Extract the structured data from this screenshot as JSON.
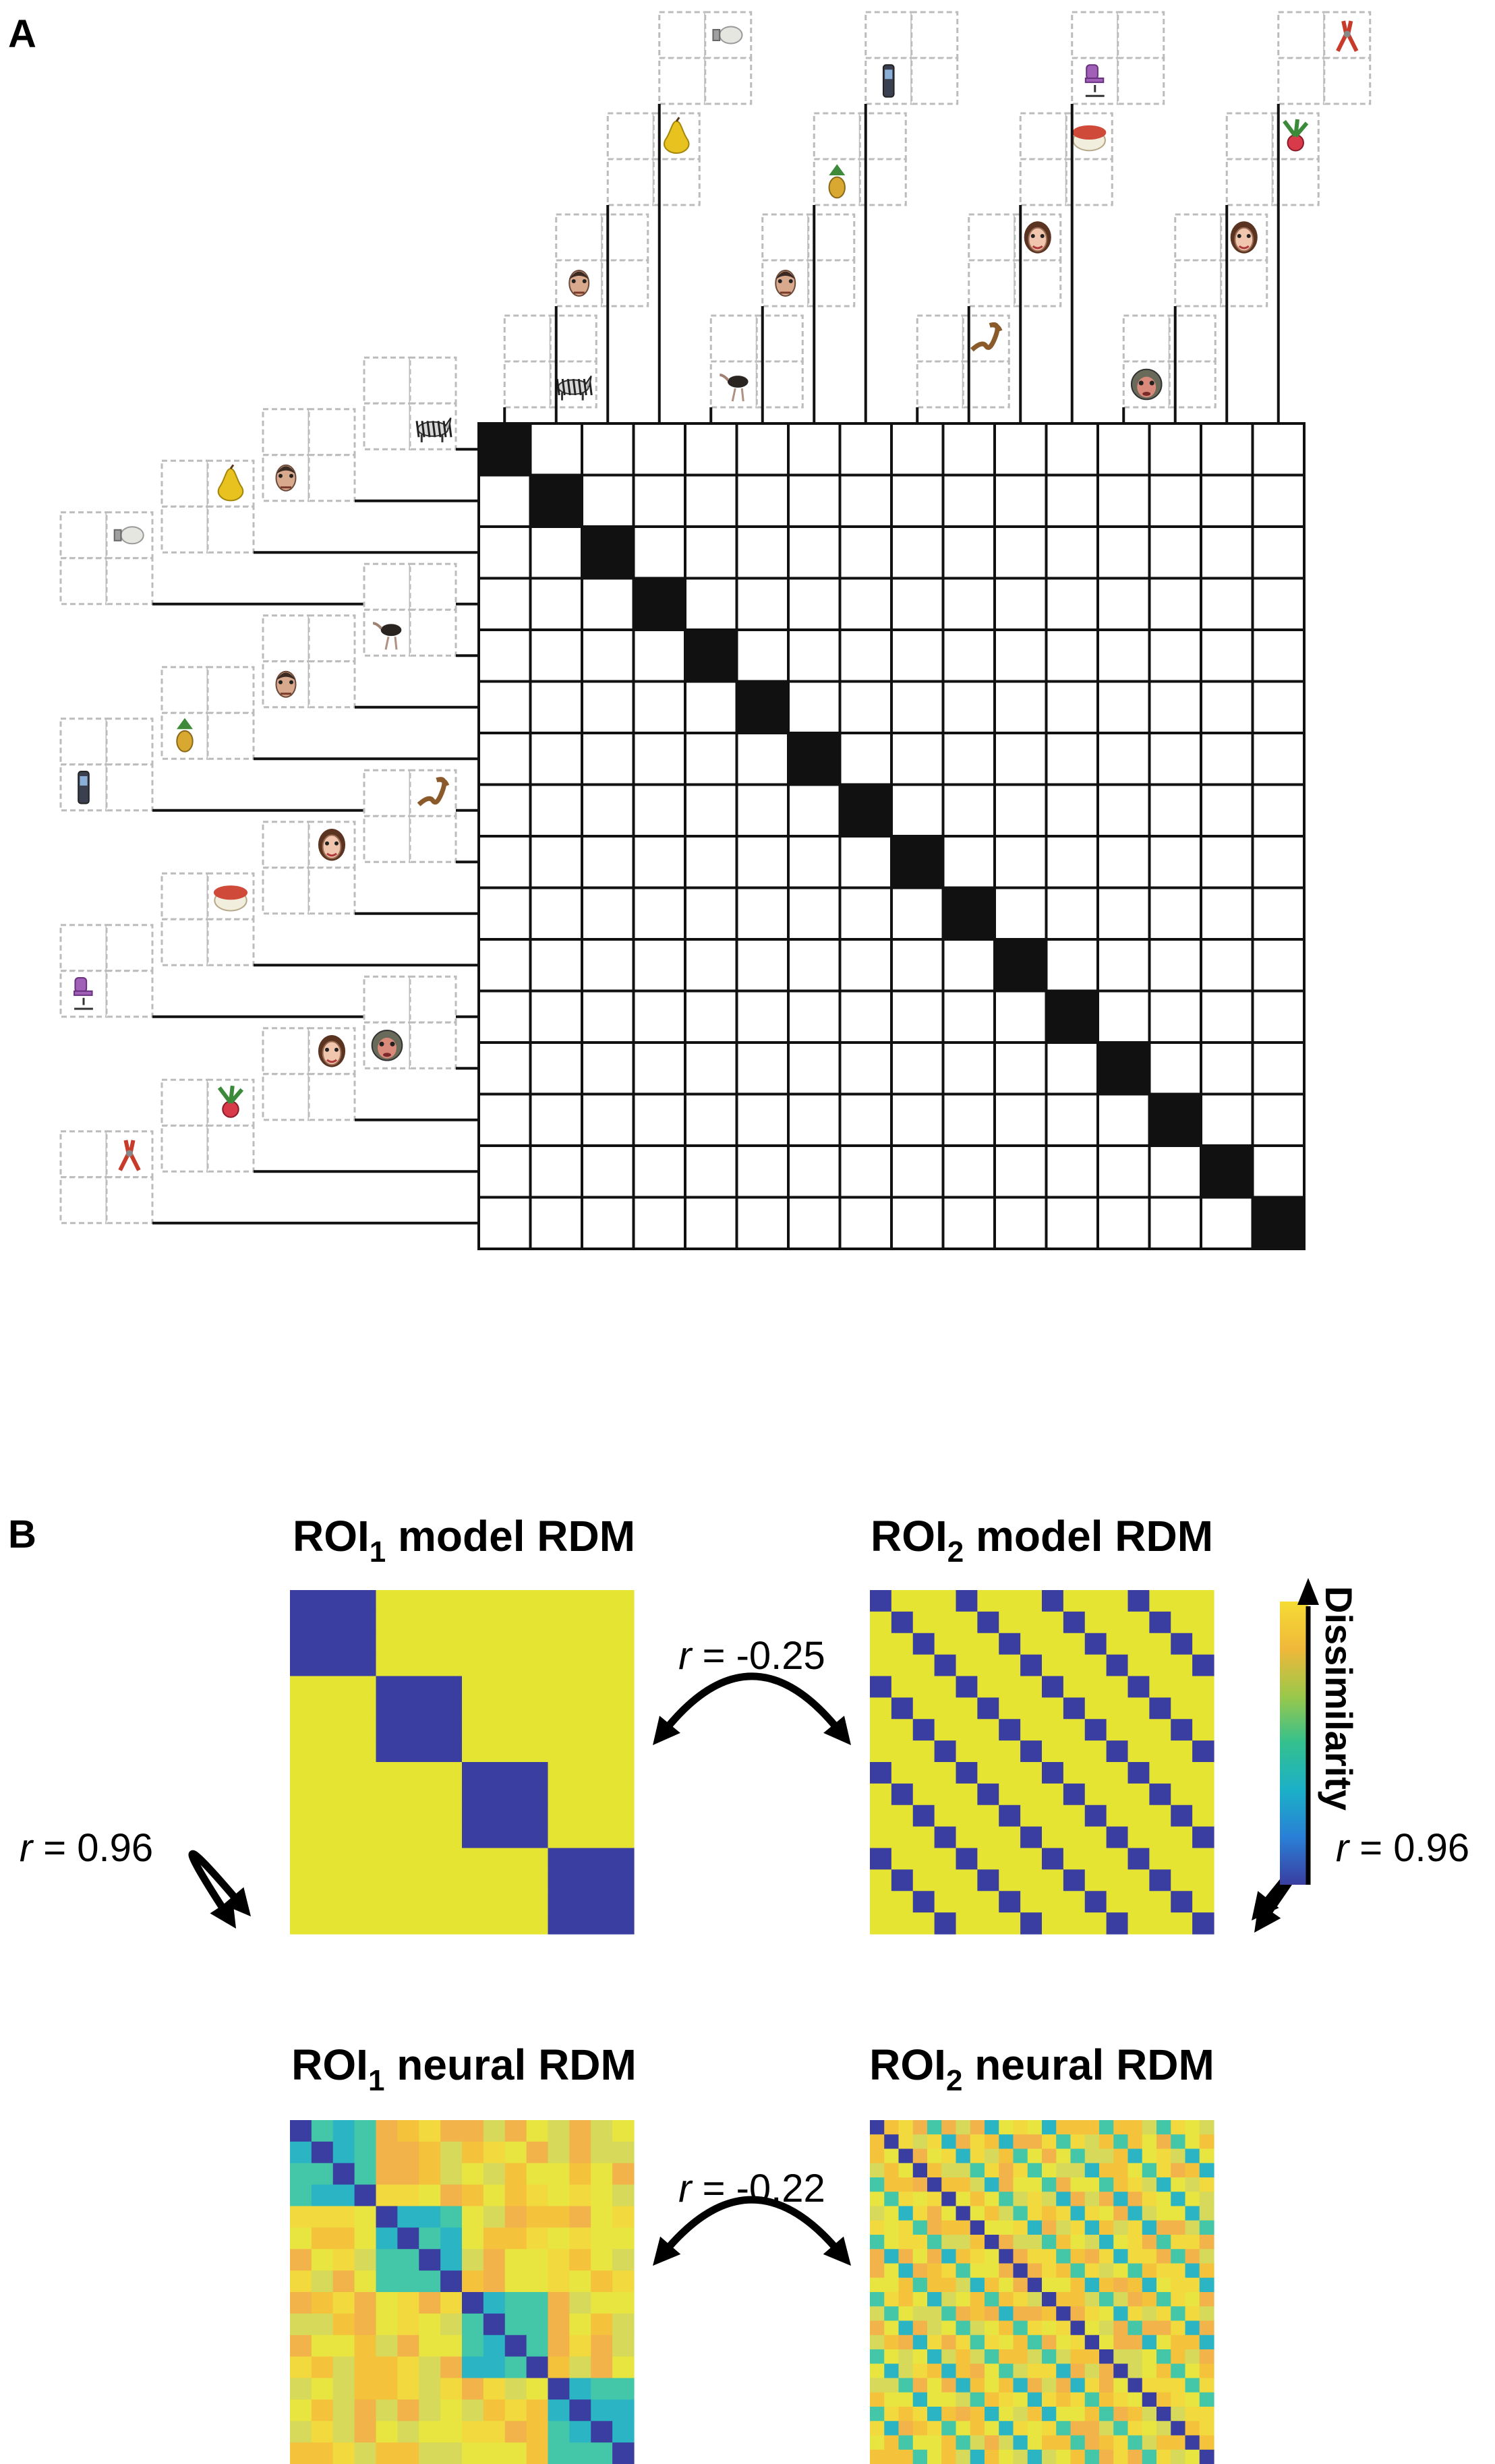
{
  "panel_a": {
    "label": "A",
    "matrix_size": 16,
    "stimuli": [
      {
        "name": "zebra",
        "icon": "zebra-icon",
        "slot": [
          1,
          1
        ]
      },
      {
        "name": "male-face-1",
        "icon": "male-face-icon",
        "slot": [
          1,
          0
        ]
      },
      {
        "name": "pear",
        "icon": "pear-icon",
        "slot": [
          0,
          1
        ]
      },
      {
        "name": "light-bulb",
        "icon": "light-bulb-icon",
        "slot": [
          0,
          1
        ]
      },
      {
        "name": "ostrich",
        "icon": "ostrich-icon",
        "slot": [
          1,
          0
        ]
      },
      {
        "name": "male-face-2",
        "icon": "male-face-icon",
        "slot": [
          1,
          0
        ]
      },
      {
        "name": "pineapple",
        "icon": "pineapple-icon",
        "slot": [
          1,
          0
        ]
      },
      {
        "name": "mobile-phone",
        "icon": "mobile-phone-icon",
        "slot": [
          1,
          0
        ]
      },
      {
        "name": "snake",
        "icon": "snake-icon",
        "slot": [
          0,
          1
        ]
      },
      {
        "name": "female-face-1",
        "icon": "female-face-icon",
        "slot": [
          0,
          1
        ]
      },
      {
        "name": "cake",
        "icon": "cake-icon",
        "slot": [
          0,
          1
        ]
      },
      {
        "name": "chair",
        "icon": "chair-icon",
        "slot": [
          1,
          0
        ]
      },
      {
        "name": "monkey",
        "icon": "monkey-face-icon",
        "slot": [
          1,
          0
        ]
      },
      {
        "name": "female-face-2",
        "icon": "female-face-icon",
        "slot": [
          0,
          1
        ]
      },
      {
        "name": "radish",
        "icon": "radish-icon",
        "slot": [
          0,
          1
        ]
      },
      {
        "name": "pliers",
        "icon": "pliers-icon",
        "slot": [
          0,
          1
        ]
      }
    ]
  },
  "panel_b": {
    "label": "B",
    "titles": {
      "roi1_model": {
        "prefix": "ROI",
        "sub": "1",
        "suffix": " model RDM"
      },
      "roi2_model": {
        "prefix": "ROI",
        "sub": "2",
        "suffix": " model RDM"
      },
      "roi1_neural": {
        "prefix": "ROI",
        "sub": "1",
        "suffix": " neural RDM"
      },
      "roi2_neural": {
        "prefix": "ROI",
        "sub": "2",
        "suffix": " neural RDM"
      }
    },
    "correlations": {
      "models": {
        "symbol": "r",
        "text": " = -0.25"
      },
      "neurals": {
        "symbol": "r",
        "text": " = -0.22"
      },
      "roi1": {
        "symbol": "r",
        "text": " = 0.96"
      },
      "roi2": {
        "symbol": "r",
        "text": " = 0.96"
      }
    },
    "colorbar": {
      "label": "Dissimilarity",
      "colors": [
        "#3a3ea0",
        "#2a7fd6",
        "#1bb0c8",
        "#33c08e",
        "#9bc84a",
        "#f0b83a",
        "#f5dc34"
      ]
    },
    "palette": {
      "low": "#3a3ea0",
      "high": "#e6e433"
    },
    "neural_palette": [
      "#3a3ea0",
      "#2bb5c4",
      "#44c6a8",
      "#d6d95a",
      "#e8e540",
      "#f2d93e",
      "#f5c23c",
      "#f2b34a"
    ]
  }
}
